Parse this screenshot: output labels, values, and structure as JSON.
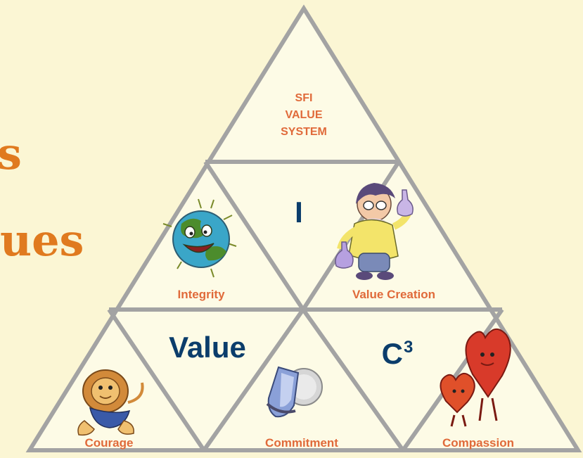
{
  "side_title": {
    "line1": "s",
    "line2": "ues"
  },
  "pyramid": {
    "apex_label": [
      "SFI",
      "VALUE",
      "SYSTEM"
    ],
    "center_letters": {
      "top": "I",
      "left": "Value",
      "right_base": "C",
      "right_sup": "3"
    },
    "values": [
      {
        "label": "Integrity",
        "icon": "smiling-globe-icon"
      },
      {
        "label": "Value Creation",
        "icon": "scientist-with-flasks-icon"
      },
      {
        "label": "Courage",
        "icon": "lion-icon"
      },
      {
        "label": "Commitment",
        "icon": "shield-and-globe-icon"
      },
      {
        "label": "Compassion",
        "icon": "two-hearts-icon"
      }
    ]
  },
  "colors": {
    "background": "#fbf6d4",
    "triangle_fill": "#fdfbe6",
    "triangle_stroke": "#a3a3a3",
    "value_label": "#e06a3a",
    "center_letters": "#0b3d6b",
    "side_title": "#e07a1f"
  }
}
